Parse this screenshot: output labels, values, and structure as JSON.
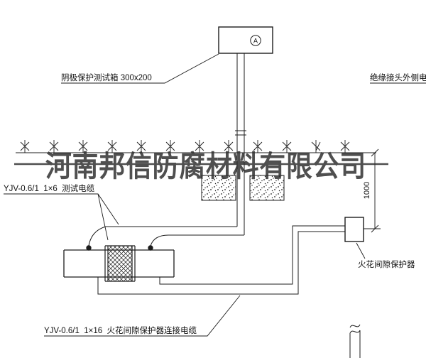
{
  "drawing": {
    "title_context": "cathodic-protection-test-station-detail",
    "watermark": "河南邦信防腐材料有限公司",
    "labels": {
      "test_box": "阴极保护测试箱 300x200",
      "insulated_joint_outer_cable": "绝缘接头外侧电缆",
      "test_cable": "YJV-0.6/1  1×6  测试电缆",
      "spark_gap_protector": "火花间隙保护器",
      "protector_cable": "YJV-0.6/1  1×16  火花间隙保护器连接电缆",
      "depth_dimension": "1000",
      "meter": "A"
    },
    "colors": {
      "line": "#1c1c1c",
      "watermark": "#2e2e2e",
      "background": "#ffffff"
    }
  }
}
